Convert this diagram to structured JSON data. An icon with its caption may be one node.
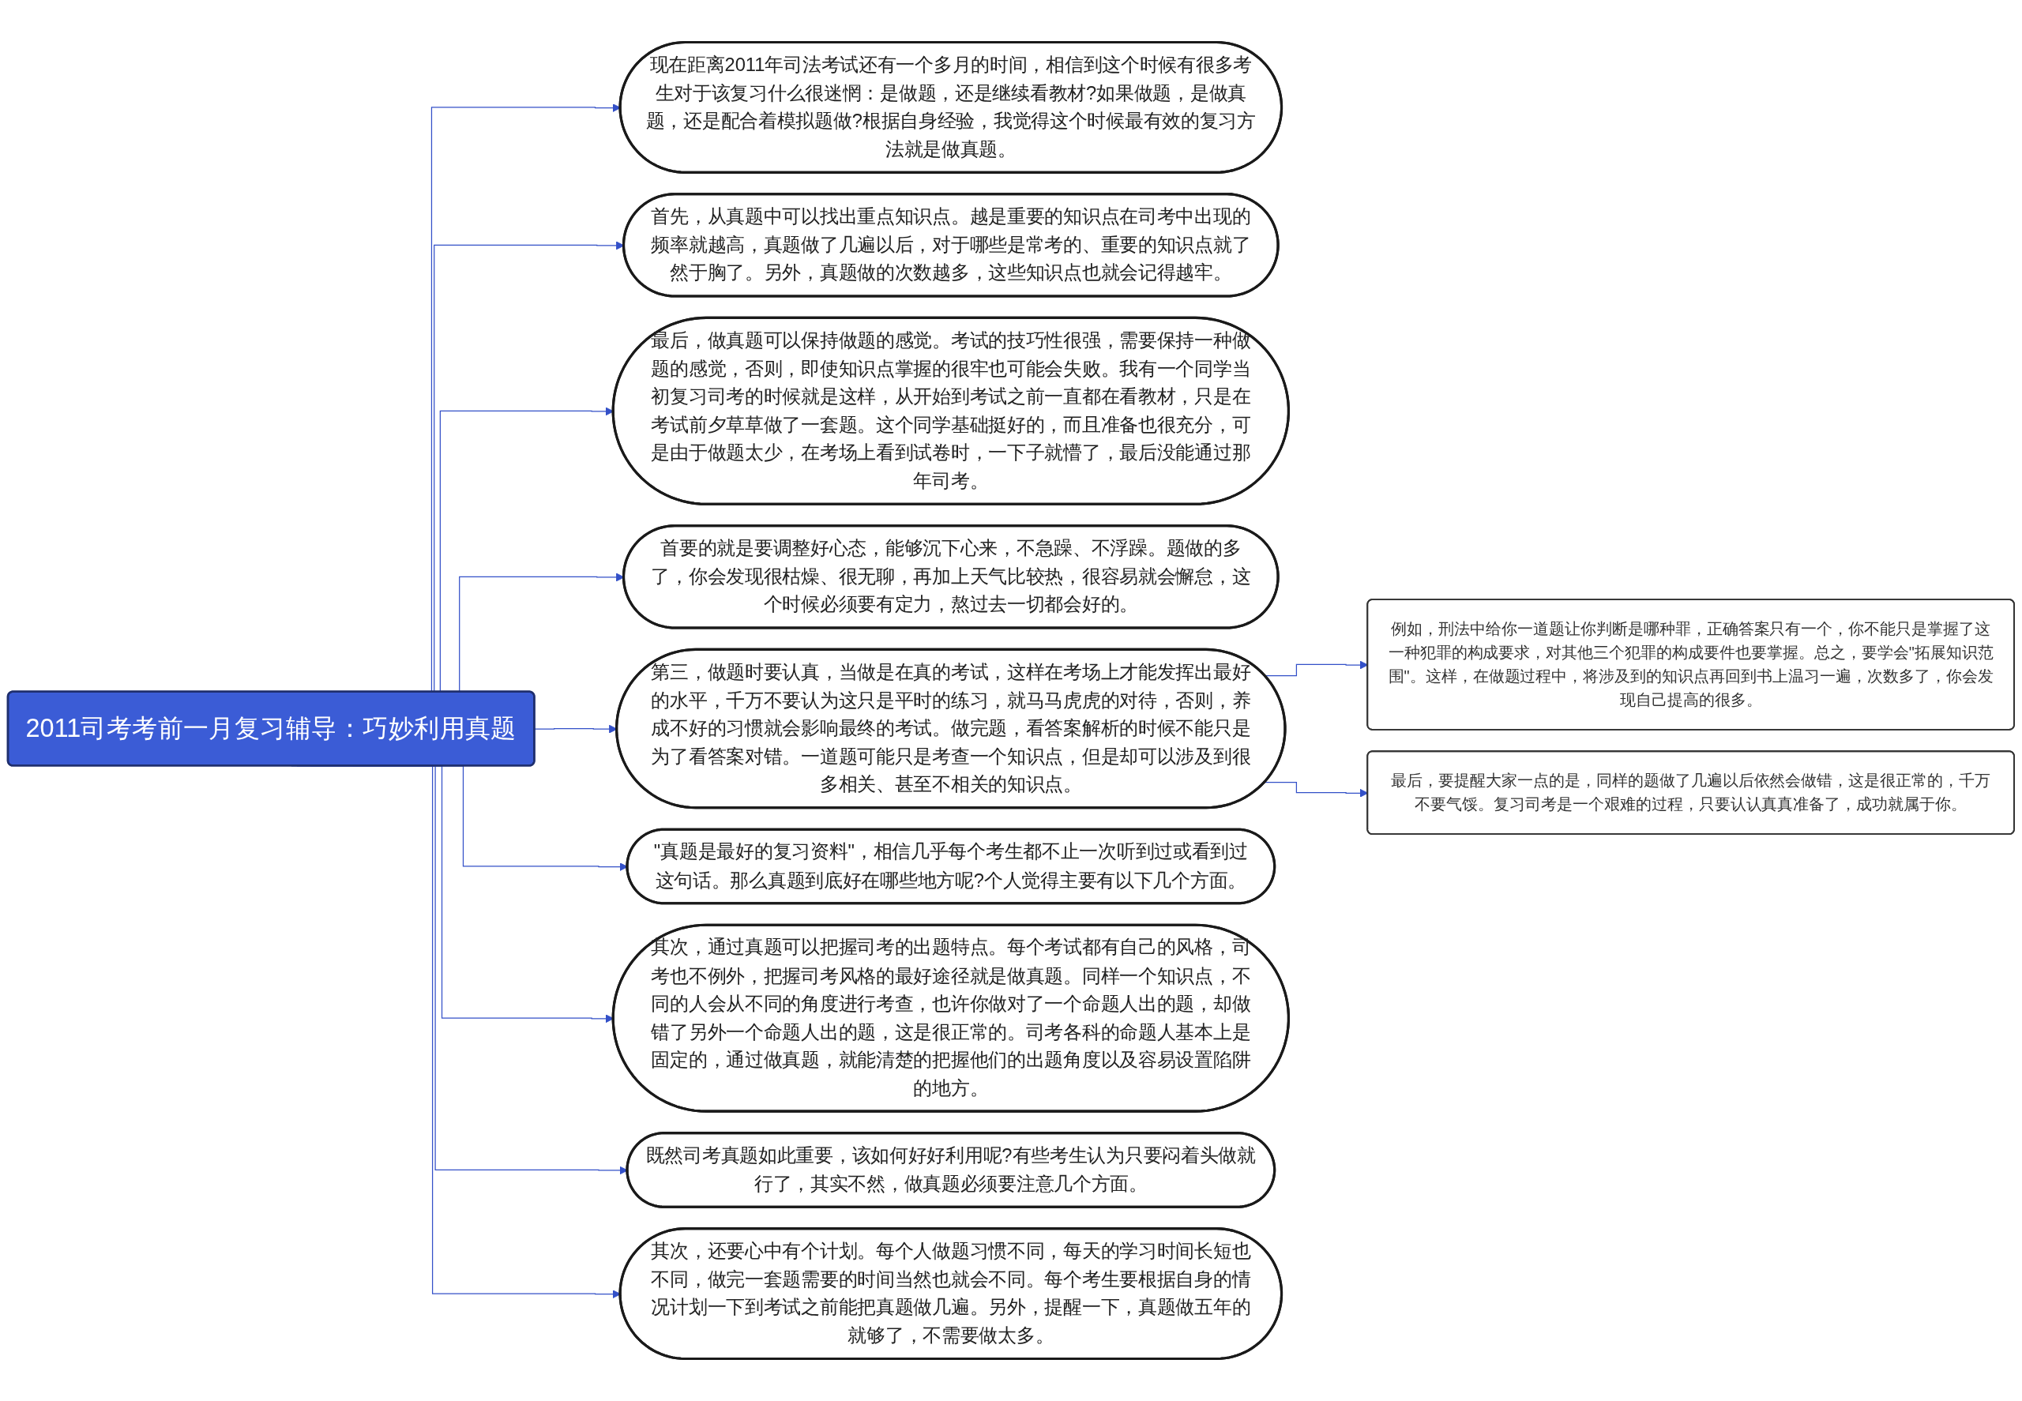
{
  "diagram": {
    "nodes": [
      {
        "text": [
          "2011司考考前一月复习辅导：巧妙利用真题"
        ]
      },
      {
        "text": [
          "现在距离2011年司法考试还有一个多月的时间，相信到这个时候有很多考生对于该复习什么很迷惘：是做题，还是继续看教材?如果做题，是做真题，还是配合着模拟题做?根据自身经验，我觉得这个时候最有效的复习方法就是做真题。"
        ]
      },
      {
        "text": [
          "首先，从真题中可以找出重点知识点。越是重要的知识点在司考中出现的频率就越高，真题做了几遍以后，对于哪些是常考的、重要的知识点就了然于胸了。另外，真题做的次数越多，这些知识点也就会记得越牢。"
        ]
      },
      {
        "text": [
          "最后，做真题可以保持做题的感觉。考试的技巧性很强，需要保持一种做题的感觉，否则，即使知识点掌握的很牢也可能会失败。我有一个同学当初复习司考的时候就是这样，从开始到考试之前一直都在看教材，只是在考试前夕草草做了一套题。这个同学基础挺好的，而且准备也很充分，可是由于做题太少，在考场上看到试卷时，一下子就懵了，最后没能通过那年司考。"
        ]
      },
      {
        "text": [
          "首要的就是要调整好心态，能够沉下心来，不急躁、不浮躁。题做的多了，你会发现很枯燥、很无聊，再加上天气比较热，很容易就会懈怠，这个时候必须要有定力，熬过去一切都会好的。"
        ]
      },
      {
        "text": [
          "第三，做题时要认真，当做是在真的考试，这样在考场上才能发挥出最好的水平，千万不要认为这只是平时的练习，就马马虎虎的对待，否则，养成不好的习惯就会影响最终的考试。做完题，看答案解析的时候不能只是为了看答案对错。一道题可能只是考查一个知识点，但是却可以涉及到很多相关、甚至不相关的知识点。"
        ]
      },
      {
        "text": [
          "例如，刑法中给你一道题让你判断是哪种罪，正确答案只有一个，你不能只是掌握了这一种犯罪的构成要求，对其他三个犯罪的构成要件也要掌握。总之，要学会\"拓展知识范围\"。这样，在做题过程中，将涉及到的知识点再回到书上温习一遍，次数多了，你会发现自己提高的很多。"
        ]
      },
      {
        "text": [
          "最后，要提醒大家一点的是，同样的题做了几遍以后依然会做错，这是很正常的，千万不要气馁。复习司考是一个艰难的过程，只要认认真真准备了，成功就属于你。"
        ]
      },
      {
        "text": [
          "\"真题是最好的复习资料\"，相信几乎每个考生都不止一次听到过或看到过这句话。那么真题到底好在哪些地方呢?个人觉得主要有以下几个方面。"
        ]
      },
      {
        "text": [
          "其次，通过真题可以把握司考的出题特点。每个考试都有自己的风格，司考也不例外，把握司考风格的最好途径就是做真题。同样一个知识点，不同的人会从不同的角度进行考查，也许你做对了一个命题人出的题，却做错了另外一个命题人出的题，这是很正常的。司考各科的命题人基本上是固定的，通过做真题，就能清楚的把握他们的出题角度以及容易设置陷阱的地方。"
        ]
      },
      {
        "text": [
          "既然司考真题如此重要，该如何好好利用呢?有些考生认为只要闷着头做就行了，其实不然，做真题必须要注意几个方面。"
        ]
      },
      {
        "text": [
          "其次，还要心中有个计划。每个人做题习惯不同，每天的学习时间长短也不同，做完一套题需要的时间当然也就会不同。每个考生要根据自身的情况计划一下到考试之前能把真题做几遍。另外，提醒一下，真题做五年的就够了，不需要做太多。"
        ]
      }
    ],
    "edges": [
      {
        "from": 0,
        "to": 1,
        "arrow": "to"
      },
      {
        "from": 0,
        "to": 2,
        "arrow": "to"
      },
      {
        "from": 0,
        "to": 3,
        "arrow": "to"
      },
      {
        "from": 0,
        "to": 4,
        "arrow": "to"
      },
      {
        "from": 0,
        "to": 5,
        "arrow": "to"
      },
      {
        "from": 5,
        "to": 6,
        "arrow": "to"
      },
      {
        "from": 5,
        "to": 7,
        "arrow": "to"
      },
      {
        "from": 0,
        "to": 8,
        "arrow": "to"
      },
      {
        "from": 0,
        "to": 9,
        "arrow": "to"
      },
      {
        "from": 0,
        "to": 10,
        "arrow": "to"
      },
      {
        "from": 0,
        "to": 11,
        "arrow": "to"
      }
    ]
  }
}
